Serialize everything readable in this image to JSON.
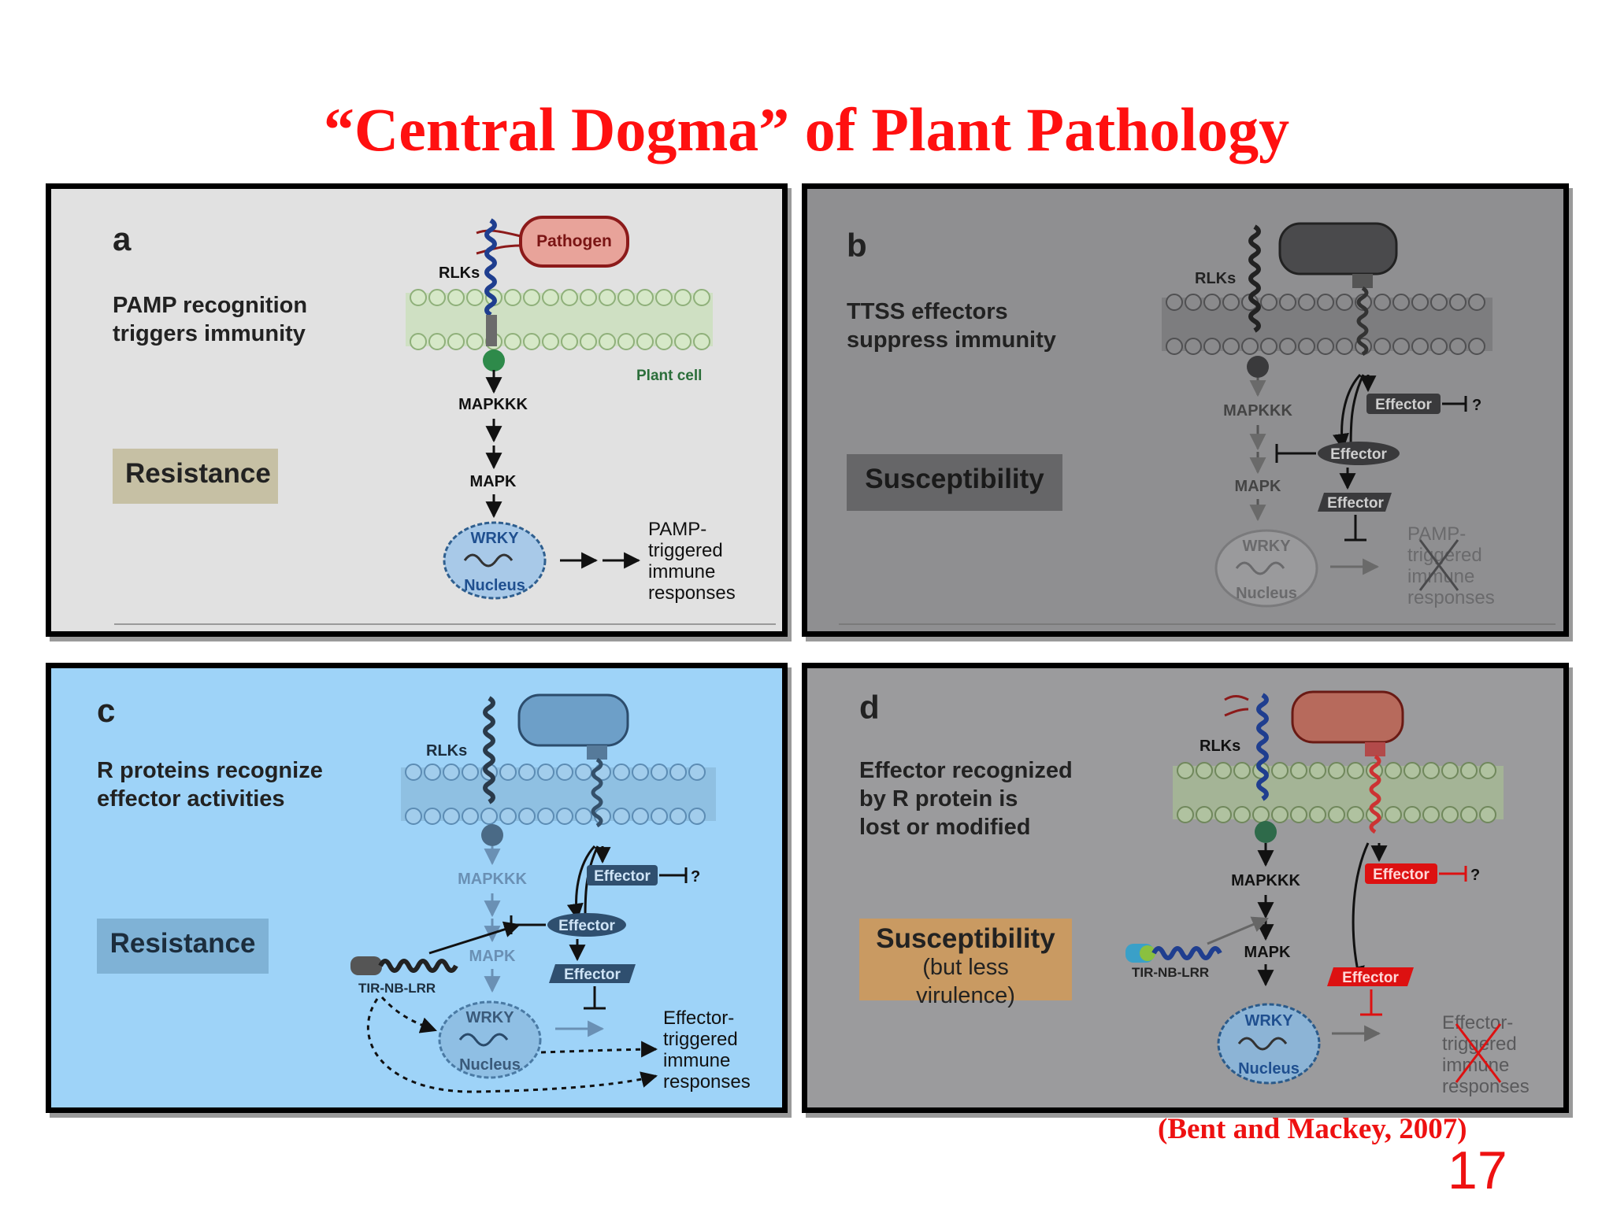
{
  "title": "“Central Dogma” of Plant Pathology",
  "citation": "(Bent and Mackey, 2007)",
  "page_number": "17",
  "colors": {
    "title": "#ff1010",
    "panel_a_bg": "#e1e1e1",
    "panel_b_bg": "#8f8f91",
    "panel_c_bg": "#9ed3f8",
    "panel_d_bg": "#9b9b9d"
  },
  "panels": {
    "a": {
      "letter": "a",
      "caption": "PAMP recognition\ntriggers immunity",
      "outcome": "Resistance",
      "labels": {
        "pathogen": "Pathogen",
        "rlks": "RLKs",
        "plant_cell": "Plant cell",
        "mapkkk": "MAPKKK",
        "mapk": "MAPK",
        "wrky": "WRKY",
        "nucleus": "Nucleus",
        "response": [
          "PAMP-",
          "triggered",
          "immune",
          "responses"
        ]
      }
    },
    "b": {
      "letter": "b",
      "caption": "TTSS effectors\nsuppress immunity",
      "outcome": "Susceptibility",
      "labels": {
        "rlks": "RLKs",
        "mapkkk": "MAPKKK",
        "mapk": "MAPK",
        "wrky": "WRKY",
        "nucleus": "Nucleus",
        "effector": "Effector",
        "question": "?",
        "response": [
          "PAMP-",
          "triggered",
          "immune",
          "responses"
        ]
      }
    },
    "c": {
      "letter": "c",
      "caption": "R proteins recognize\neffector activities",
      "outcome": "Resistance",
      "labels": {
        "rlks": "RLKs",
        "mapkkk": "MAPKKK",
        "mapk": "MAPK",
        "wrky": "WRKY",
        "nucleus": "Nucleus",
        "effector": "Effector",
        "question": "?",
        "tir": "TIR-NB-LRR",
        "response": [
          "Effector-",
          "triggered",
          "immune",
          "responses"
        ]
      }
    },
    "d": {
      "letter": "d",
      "caption": "Effector recognized\nby R protein is\nlost or modified",
      "outcome": "Susceptibility",
      "outcome_sub": "(but less virulence)",
      "labels": {
        "rlks": "RLKs",
        "mapkkk": "MAPKKK",
        "mapk": "MAPK",
        "wrky": "WRKY",
        "nucleus": "Nucleus",
        "effector": "Effector",
        "question": "?",
        "tir": "TIR-NB-LRR",
        "response": [
          "Effector-",
          "triggered",
          "immune",
          "responses"
        ]
      }
    }
  }
}
